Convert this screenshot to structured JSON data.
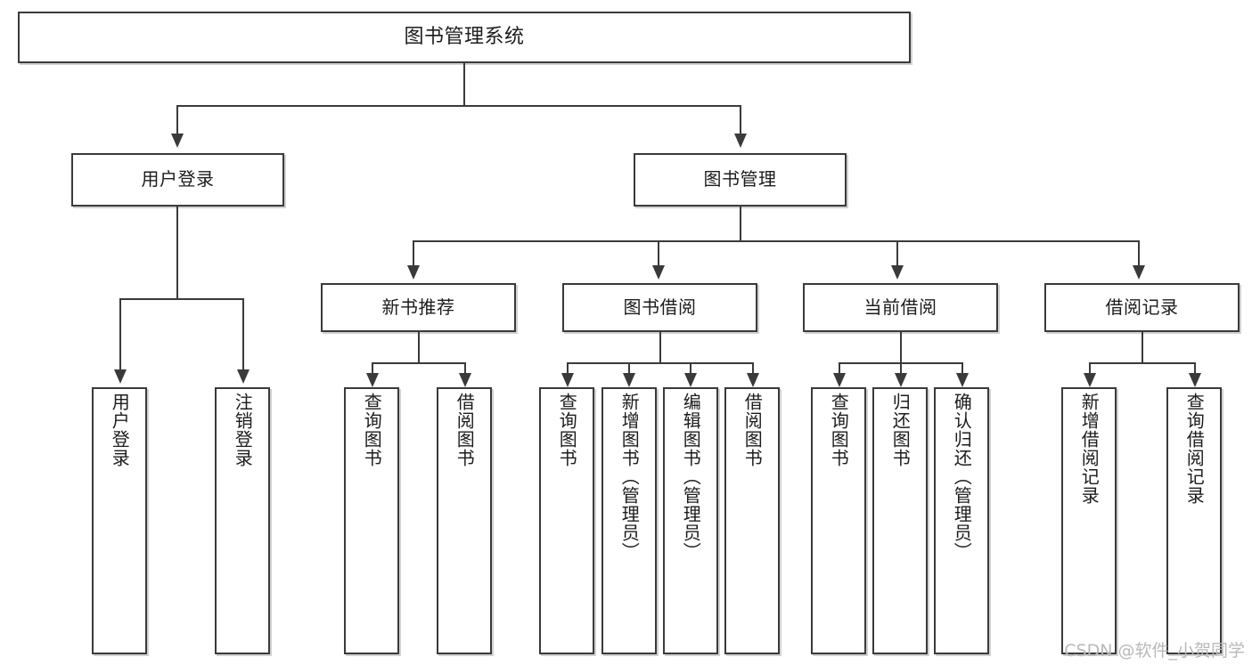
{
  "diagram": {
    "title": "图书管理系统",
    "root": {
      "label": "图书管理系统"
    },
    "level2": [
      {
        "label": "用户登录"
      },
      {
        "label": "图书管理"
      }
    ],
    "level3": [
      {
        "label": "新书推荐"
      },
      {
        "label": "图书借阅"
      },
      {
        "label": "当前借阅"
      },
      {
        "label": "借阅记录"
      }
    ],
    "leaves": {
      "user_login": [
        {
          "label": "用户登录"
        },
        {
          "label": "注销登录"
        }
      ],
      "new_book_recommend": [
        {
          "label": "查询图书"
        },
        {
          "label": "借阅图书"
        }
      ],
      "book_borrow": [
        {
          "label": "查询图书"
        },
        {
          "label": "新增图书（管理员）"
        },
        {
          "label": "编辑图书（管理员）"
        },
        {
          "label": "借阅图书"
        }
      ],
      "current_borrow": [
        {
          "label": "查询图书"
        },
        {
          "label": "归还图书"
        },
        {
          "label": "确认归还（管理员）"
        }
      ],
      "borrow_record": [
        {
          "label": "新增借阅记录"
        },
        {
          "label": "查询借阅记录"
        }
      ]
    }
  },
  "watermark": {
    "text": "CSDN @软件_小贺同学"
  },
  "colors": {
    "stroke": "#3a3a3a",
    "text": "#1c1c1c",
    "background": "#ffffff",
    "watermark": "#b9b9b9"
  }
}
